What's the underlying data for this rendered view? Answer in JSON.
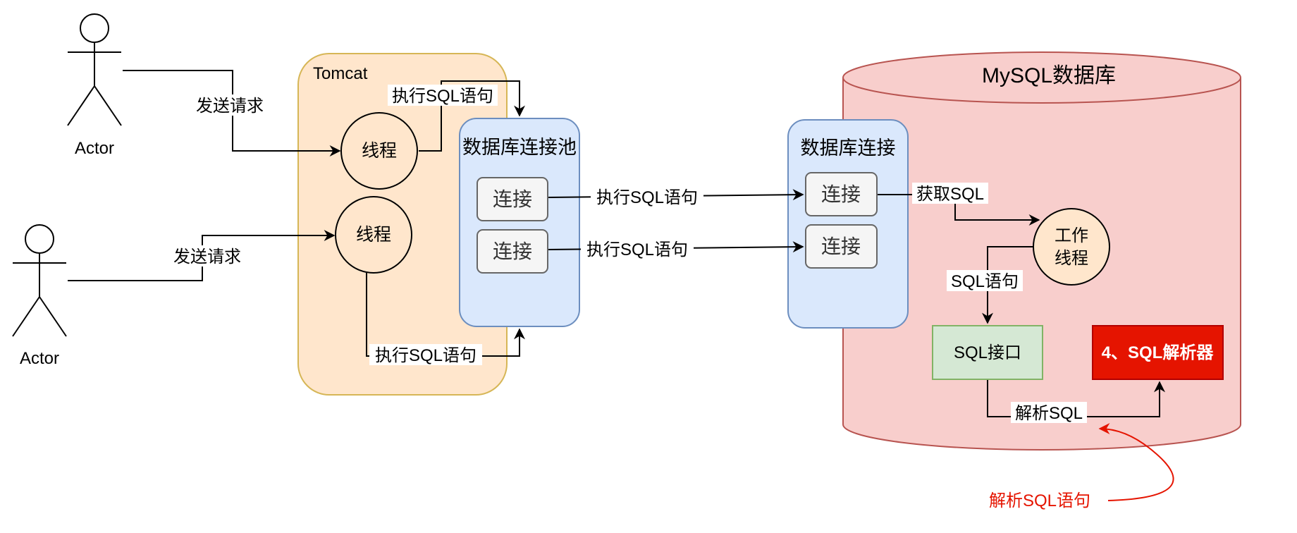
{
  "actors": {
    "top_label": "Actor",
    "bottom_label": "Actor"
  },
  "tomcat": {
    "title": "Tomcat"
  },
  "threads": {
    "top": "线程",
    "bottom": "线程"
  },
  "pool": {
    "title": "数据库连接池",
    "conn1": "连接",
    "conn2": "连接"
  },
  "db_conn": {
    "title": "数据库连接",
    "conn1": "连接",
    "conn2": "连接"
  },
  "mysql": {
    "title": "MySQL数据库",
    "worker_line1": "工作",
    "worker_line2": "线程",
    "sql_interface": "SQL接口",
    "sql_parser": "4、SQL解析器"
  },
  "edge_labels": {
    "send_request_top": "发送请求",
    "send_request_bottom": "发送请求",
    "exec_sql_top": "执行SQL语句",
    "exec_sql_bottom": "执行SQL语句",
    "exec_sql_conn1": "执行SQL语句",
    "exec_sql_conn2": "执行SQL语句",
    "get_sql": "获取SQL",
    "sql_statement": "SQL语句",
    "parse_sql": "解析SQL"
  },
  "annotation": {
    "text": "解析SQL语句"
  },
  "colors": {
    "tomcat_fill": "#ffe6cc",
    "tomcat_stroke": "#d6b656",
    "pool_fill": "#dae8fc",
    "pool_stroke": "#6c8ebf",
    "mysql_fill": "#f8cecc",
    "mysql_stroke": "#b85450",
    "interface_fill": "#d5e8d4",
    "interface_stroke": "#82b366",
    "parser_fill": "#e51400",
    "annotation_red": "#e51400"
  }
}
